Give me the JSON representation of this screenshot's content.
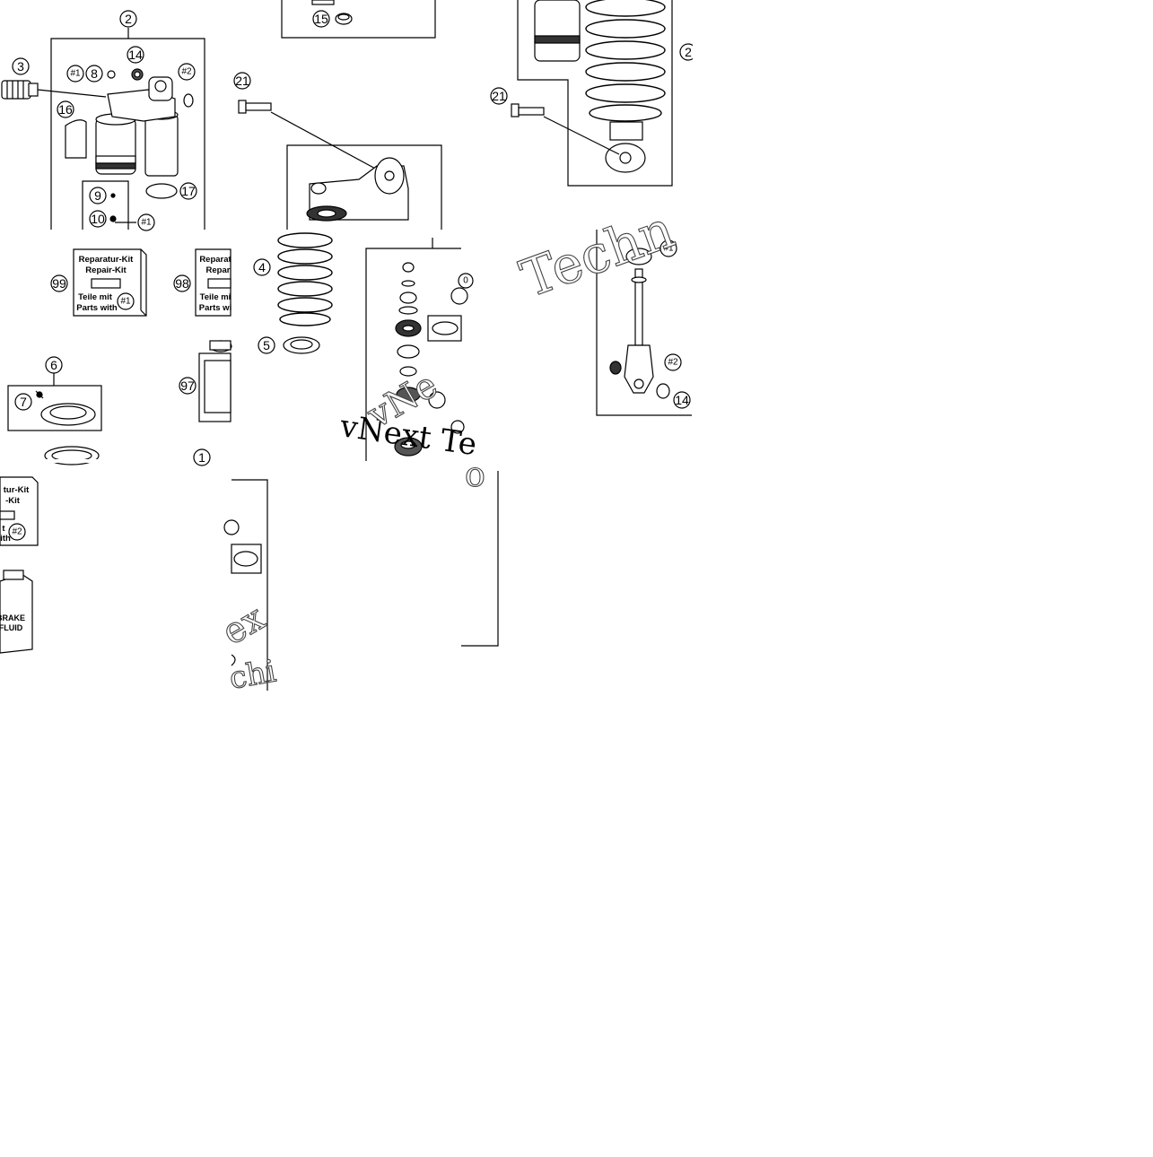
{
  "callouts": {
    "c2": "2",
    "c3": "3",
    "c14a": "14",
    "c8": "8",
    "c1a": "#1",
    "c2a": "#2",
    "c16": "16",
    "c17": "17",
    "c9": "9",
    "c10": "10",
    "c1b": "#1",
    "c15": "15",
    "c21a": "21",
    "c21b": "21",
    "c2right": "2",
    "c4": "4",
    "c5": "5",
    "c6": "6",
    "c7": "7",
    "c99": "99",
    "c98": "98",
    "c97": "97",
    "c1c": "1",
    "c1d": "#1",
    "c2d": "#2",
    "c14b": "14",
    "c1e": "#1",
    "c2e": "#2",
    "c1f": "#1",
    "c0": "0"
  },
  "kits": {
    "kit99": {
      "line1": "Reparatur-Kit",
      "line2": "Repair-Kit",
      "line3": "Teile mit",
      "line4": "Parts with",
      "tag": "#1"
    },
    "kit98": {
      "line1": "Reparat",
      "line2": "Repar",
      "line3": "Teile mi",
      "line4": "Parts wi"
    },
    "kitBL": {
      "line1": "tur-Kit",
      "line2": "-Kit",
      "line3": "t",
      "line4": "ith",
      "tag": "#2"
    }
  },
  "brake": {
    "line1": "BRAKE",
    "line2": "FLUID"
  },
  "watermarks": {
    "w1": "Techn",
    "w2": "vNext Te",
    "w3": "vNe",
    "w4": "ex",
    "w5": "chi",
    "w6": "o"
  }
}
